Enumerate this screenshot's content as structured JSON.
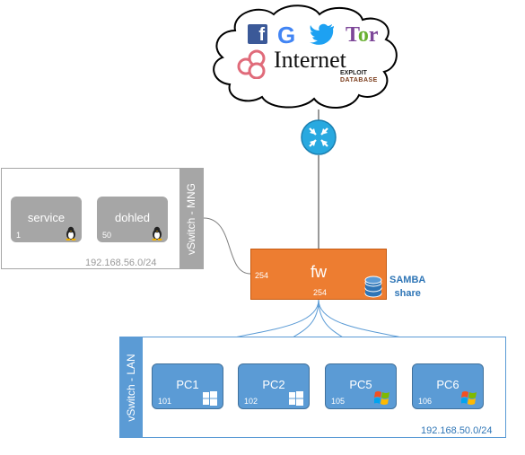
{
  "internet": {
    "title": "Internet",
    "services": [
      "facebook-icon",
      "google-icon",
      "twitter-icon",
      "tor-icon",
      "database-rings-icon",
      "exploit-database-logo"
    ],
    "exploit_logo_text": [
      "EXPLOIT",
      "DATABASE"
    ]
  },
  "router": {
    "icon": "router-icon"
  },
  "mng_switch": {
    "label": "vSwitch - MNG",
    "subnet": "192.168.56.0/24",
    "hosts": [
      {
        "name": "service",
        "ip": "1",
        "os": "linux-icon"
      },
      {
        "name": "dohled",
        "ip": "50",
        "os": "linux-icon"
      }
    ]
  },
  "firewall": {
    "name": "fw",
    "mng_port": "254",
    "lan_port": "254",
    "share_label": "SAMBA",
    "share_label2": "share"
  },
  "lan_switch": {
    "label": "vSwitch - LAN",
    "subnet": "192.168.50.0/24",
    "hosts": [
      {
        "name": "PC1",
        "ip": "101",
        "os": "windows-10-icon"
      },
      {
        "name": "PC2",
        "ip": "102",
        "os": "windows-10-icon"
      },
      {
        "name": "PC5",
        "ip": "105",
        "os": "windows-xp-icon"
      },
      {
        "name": "PC6",
        "ip": "106",
        "os": "windows-xp-icon"
      }
    ]
  },
  "colors": {
    "firewall": "#ed7d31",
    "lan": "#5b9bd5",
    "mng": "#a6a6a6",
    "router": "#28a9e0"
  }
}
